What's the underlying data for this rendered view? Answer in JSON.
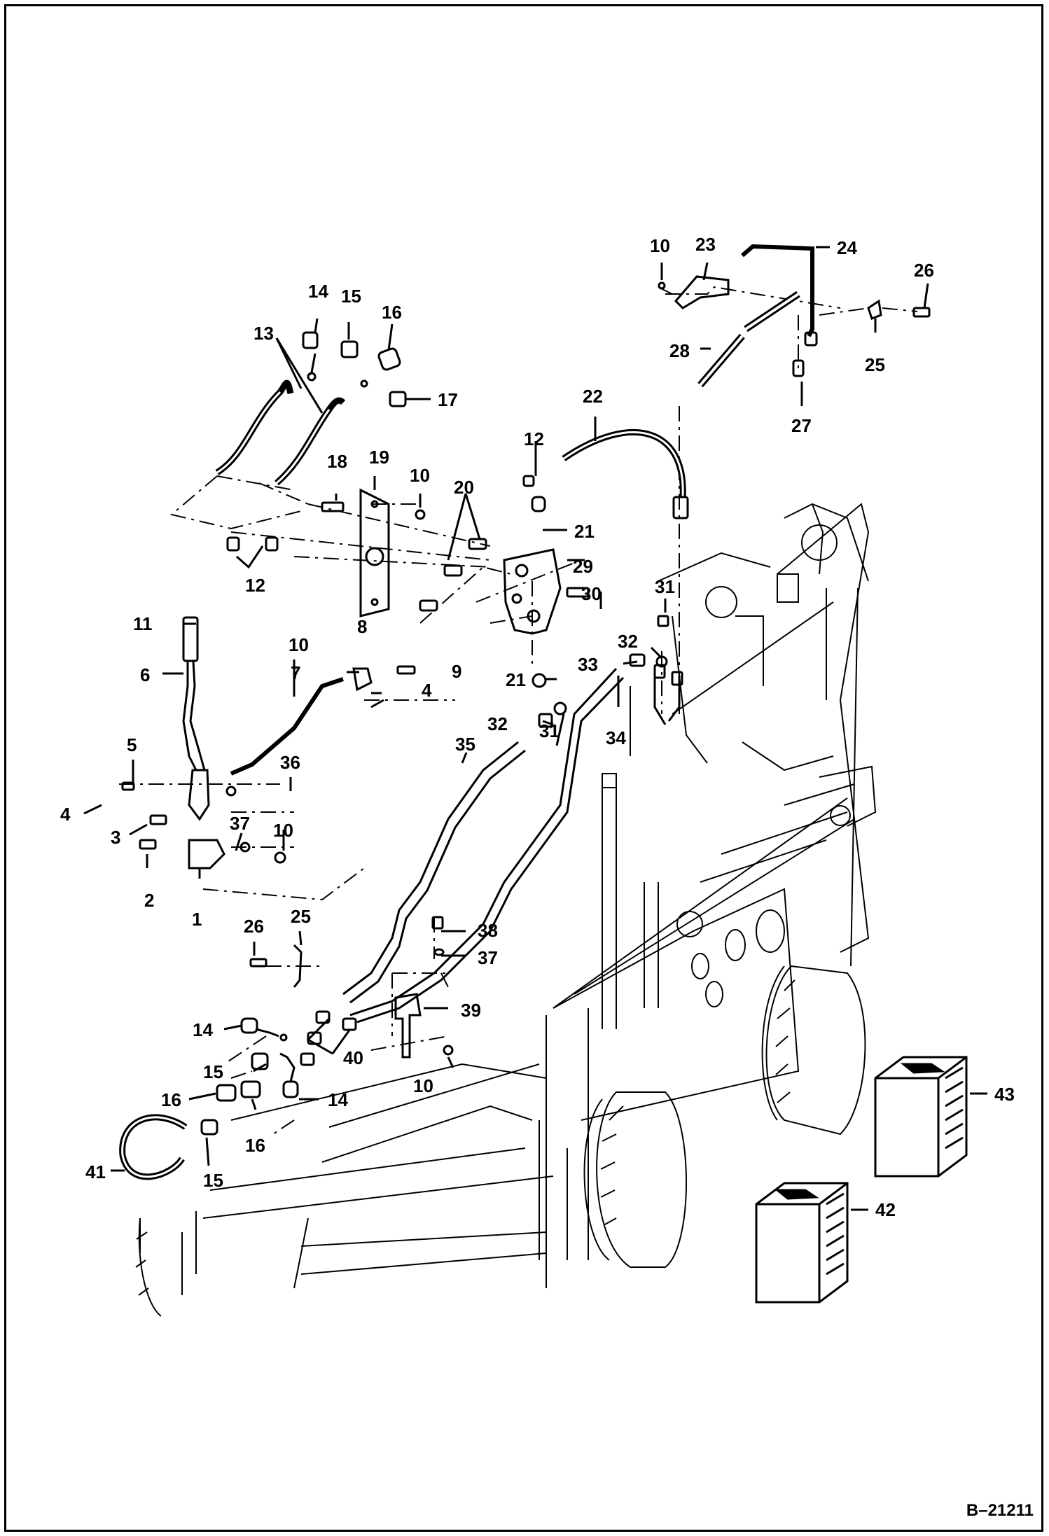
{
  "diagram": {
    "reference_code": "B–21211",
    "callouts": [
      {
        "id": "c1",
        "label": "1"
      },
      {
        "id": "c2",
        "label": "2"
      },
      {
        "id": "c3",
        "label": "3"
      },
      {
        "id": "c4a",
        "label": "4"
      },
      {
        "id": "c4b",
        "label": "4"
      },
      {
        "id": "c5",
        "label": "5"
      },
      {
        "id": "c6",
        "label": "6"
      },
      {
        "id": "c7",
        "label": "7"
      },
      {
        "id": "c8",
        "label": "8"
      },
      {
        "id": "c9",
        "label": "9"
      },
      {
        "id": "c10a",
        "label": "10"
      },
      {
        "id": "c10b",
        "label": "10"
      },
      {
        "id": "c10c",
        "label": "10"
      },
      {
        "id": "c10d",
        "label": "10"
      },
      {
        "id": "c10e",
        "label": "10"
      },
      {
        "id": "c11",
        "label": "11"
      },
      {
        "id": "c12a",
        "label": "12"
      },
      {
        "id": "c12b",
        "label": "12"
      },
      {
        "id": "c13",
        "label": "13"
      },
      {
        "id": "c14a",
        "label": "14"
      },
      {
        "id": "c14b",
        "label": "14"
      },
      {
        "id": "c14c",
        "label": "14"
      },
      {
        "id": "c15a",
        "label": "15"
      },
      {
        "id": "c15b",
        "label": "15"
      },
      {
        "id": "c15c",
        "label": "15"
      },
      {
        "id": "c16a",
        "label": "16"
      },
      {
        "id": "c16b",
        "label": "16"
      },
      {
        "id": "c16c",
        "label": "16"
      },
      {
        "id": "c17",
        "label": "17"
      },
      {
        "id": "c18",
        "label": "18"
      },
      {
        "id": "c19",
        "label": "19"
      },
      {
        "id": "c20",
        "label": "20"
      },
      {
        "id": "c21a",
        "label": "21"
      },
      {
        "id": "c21b",
        "label": "21"
      },
      {
        "id": "c22",
        "label": "22"
      },
      {
        "id": "c23",
        "label": "23"
      },
      {
        "id": "c24",
        "label": "24"
      },
      {
        "id": "c25a",
        "label": "25"
      },
      {
        "id": "c25b",
        "label": "25"
      },
      {
        "id": "c26a",
        "label": "26"
      },
      {
        "id": "c26b",
        "label": "26"
      },
      {
        "id": "c27",
        "label": "27"
      },
      {
        "id": "c28",
        "label": "28"
      },
      {
        "id": "c29",
        "label": "29"
      },
      {
        "id": "c30",
        "label": "30"
      },
      {
        "id": "c31a",
        "label": "31"
      },
      {
        "id": "c31b",
        "label": "31"
      },
      {
        "id": "c32a",
        "label": "32"
      },
      {
        "id": "c32b",
        "label": "32"
      },
      {
        "id": "c33",
        "label": "33"
      },
      {
        "id": "c34",
        "label": "34"
      },
      {
        "id": "c35",
        "label": "35"
      },
      {
        "id": "c36",
        "label": "36"
      },
      {
        "id": "c37a",
        "label": "37"
      },
      {
        "id": "c37b",
        "label": "37"
      },
      {
        "id": "c38",
        "label": "38"
      },
      {
        "id": "c39",
        "label": "39"
      },
      {
        "id": "c40",
        "label": "40"
      },
      {
        "id": "c41",
        "label": "41"
      },
      {
        "id": "c42",
        "label": "42"
      },
      {
        "id": "c43",
        "label": "43"
      }
    ]
  }
}
